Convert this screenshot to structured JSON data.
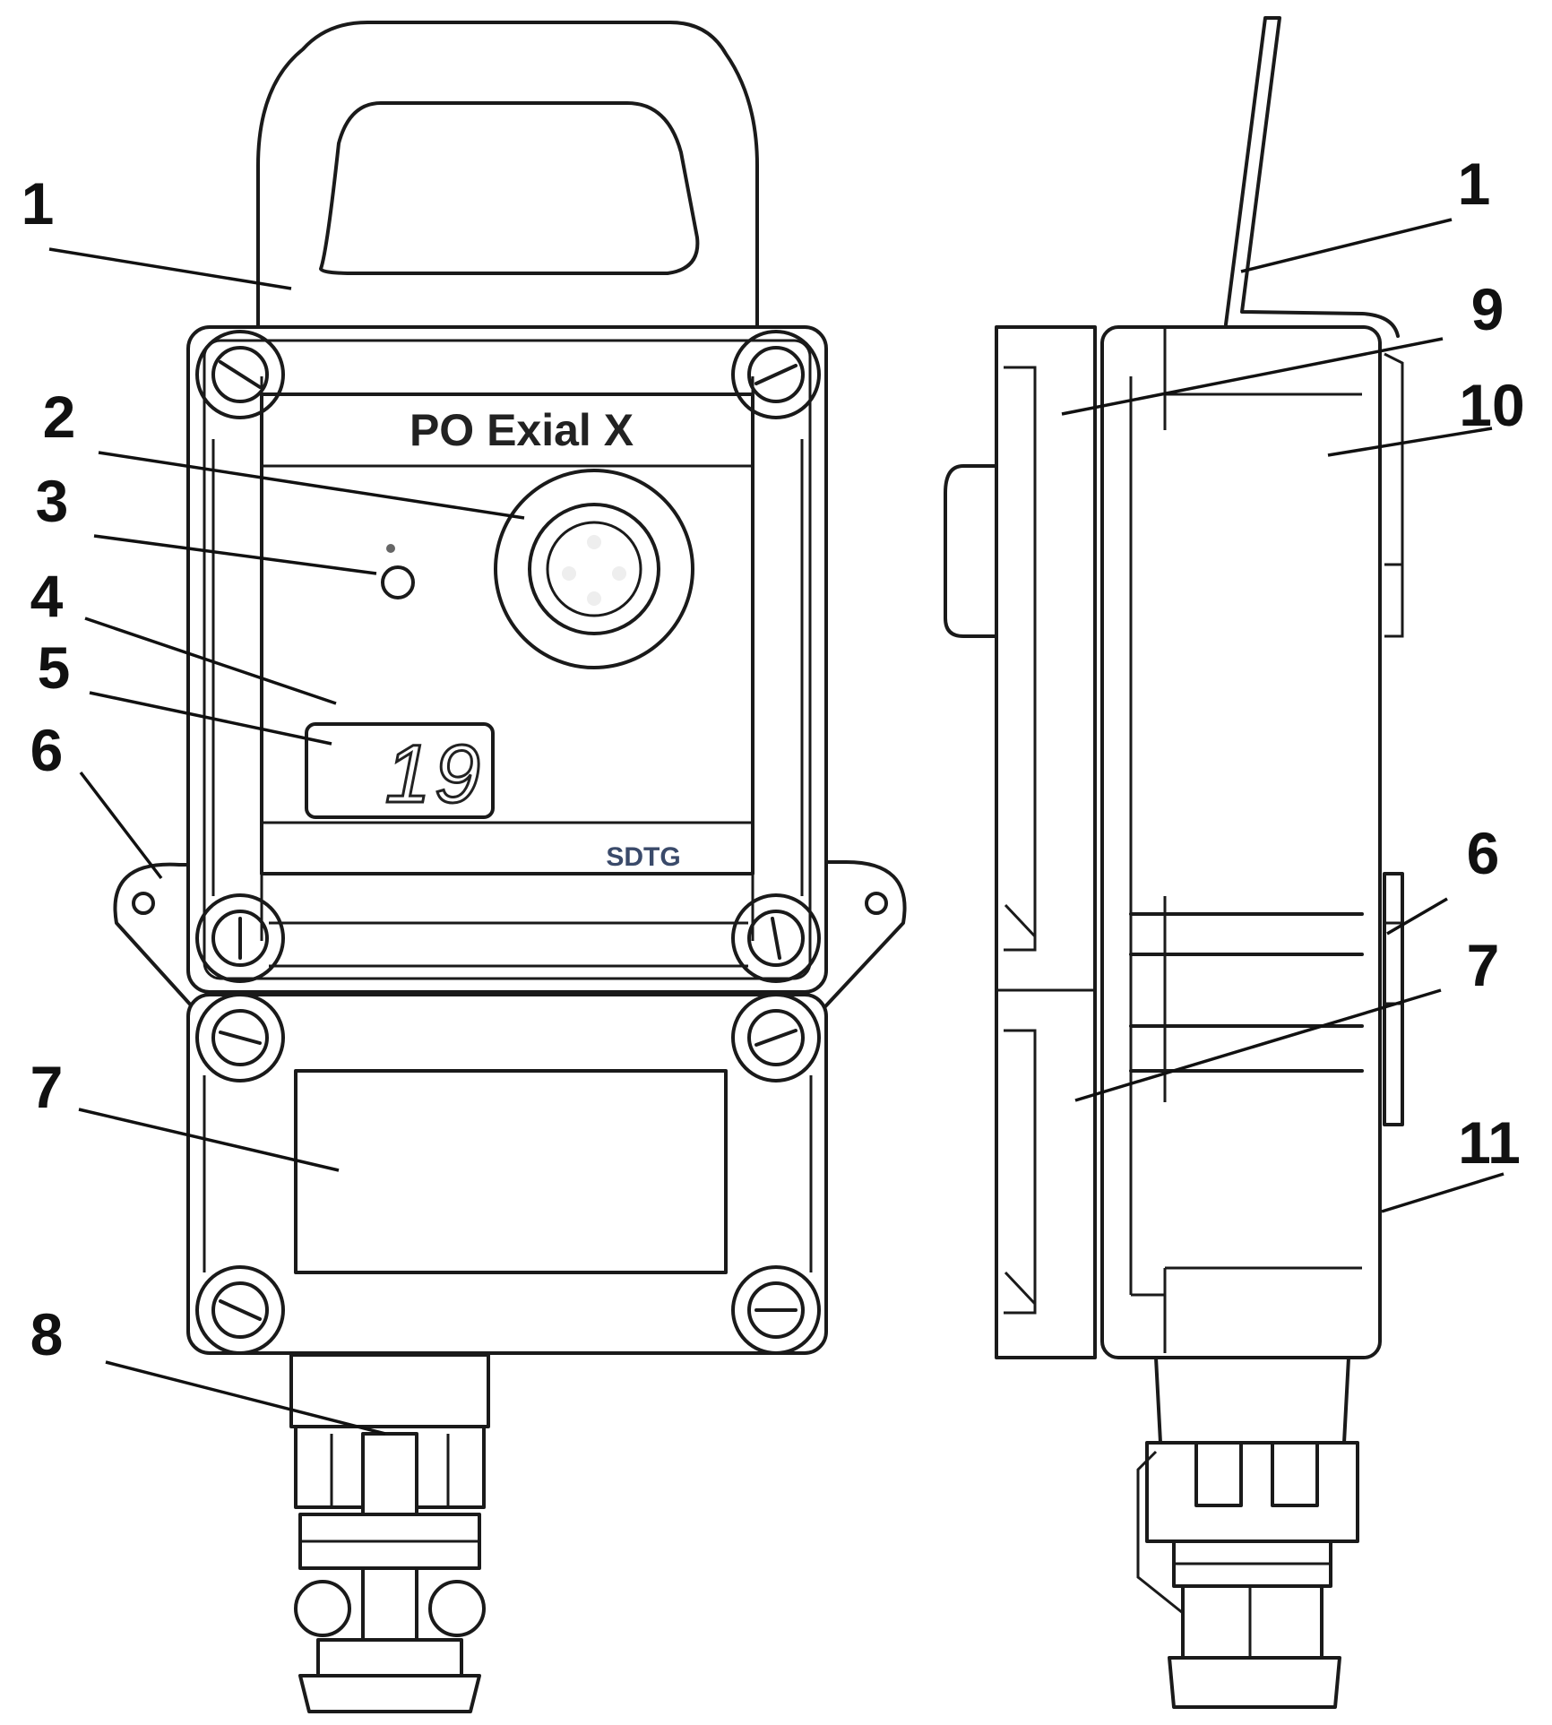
{
  "device": {
    "model_label": "PO Exial X",
    "maker_label": "SDTG",
    "display_value": "19"
  },
  "callouts": {
    "front": [
      "1",
      "2",
      "3",
      "4",
      "5",
      "6",
      "7",
      "8"
    ],
    "side": [
      "1",
      "9",
      "10",
      "6",
      "7",
      "11"
    ]
  }
}
